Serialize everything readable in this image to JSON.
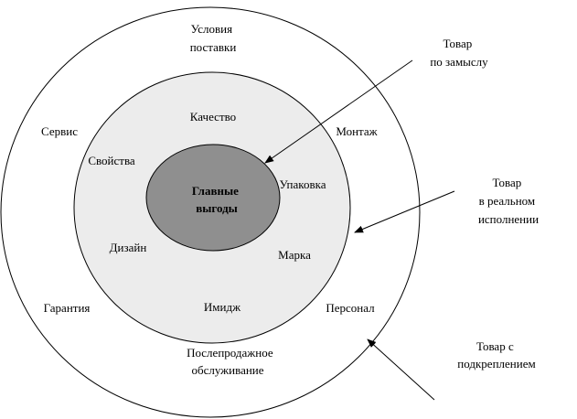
{
  "colors": {
    "outer_fill": "#ffffff",
    "middle_fill": "#ececec",
    "core_fill": "#8f8f8f",
    "stroke": "#000000"
  },
  "core": {
    "lines": [
      "Главные",
      "выгоды"
    ]
  },
  "middle_ring": {
    "labels": [
      "Качество",
      "Свойства",
      "Упаковка",
      "Дизайн",
      "Марка",
      "Имидж"
    ]
  },
  "outer_ring": {
    "labels": [
      [
        "Условия",
        "поставки"
      ],
      [
        "Сервис"
      ],
      [
        "Монтаж"
      ],
      [
        "Гарантия"
      ],
      [
        "Персонал"
      ],
      [
        "Послепродажное",
        "обслуживание"
      ]
    ]
  },
  "callouts": [
    [
      "Товар",
      "по замыслу"
    ],
    [
      "Товар",
      "в реальном",
      "исполнении"
    ],
    [
      "Товар с",
      "подкреплением"
    ]
  ]
}
